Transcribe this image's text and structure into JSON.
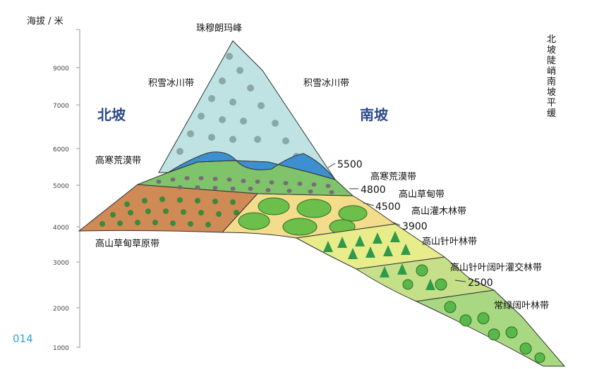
{
  "axis": {
    "title": "海拔 / 米",
    "ticks": [
      "9000",
      "7000",
      "6000",
      "5000",
      "4000",
      "3000",
      "2000",
      "1000"
    ]
  },
  "peak_label": "珠穆朗玛峰",
  "slopes": {
    "north": "北坡",
    "south": "南坡"
  },
  "north_zones": {
    "snow": "积雪冰川带",
    "desert": "高寒荒漠带",
    "steppe": "高山草甸草原带"
  },
  "south_zones": {
    "snow": "积雪冰川带",
    "desert": "高寒荒漠带",
    "meadow": "高山草甸带",
    "shrub": "高山灌木林带",
    "conifer": "高山针叶林带",
    "mixed": "高山针叶阔叶灌交林带",
    "evergreen": "常绿阔叶林带"
  },
  "elevations": [
    "5500",
    "4800",
    "4500",
    "3900",
    "2500"
  ],
  "side_note": "北坡陡峭南坡平缓",
  "page_number": "014",
  "colors": {
    "snow": "#bfe3e3",
    "ice": "#3d8fd0",
    "desert": "#7fc36a",
    "steppe": "#d08a56",
    "shrub": "#f3dc8c",
    "conifer": "#e8ec8a",
    "mixed": "#c6e08a",
    "evergreen": "#a8d882",
    "slope_text": "#2c4a8c",
    "page_number": "#2aa6d6"
  }
}
